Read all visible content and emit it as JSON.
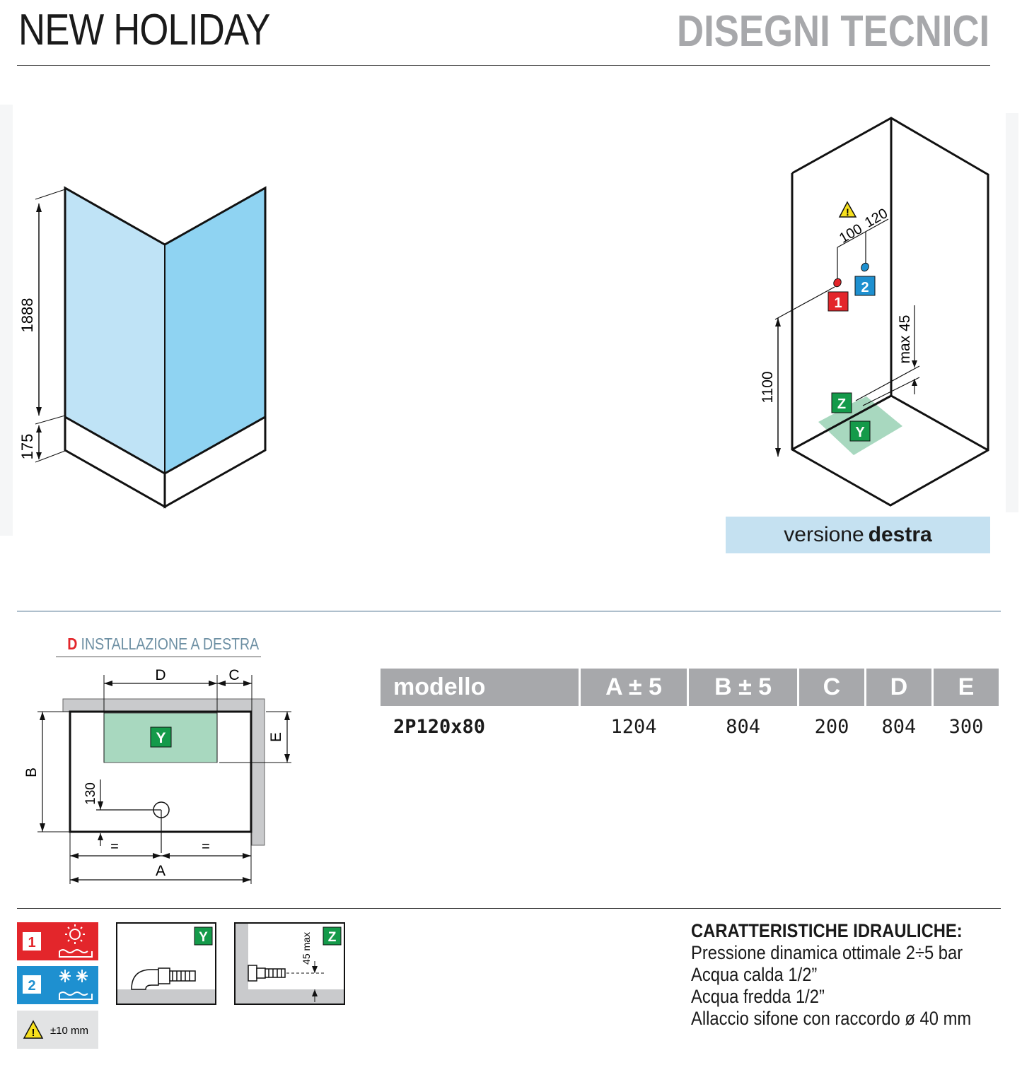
{
  "header": {
    "product_name": "NEW HOLIDAY",
    "section_title": "DISEGNI TECNICI"
  },
  "front_view": {
    "height_label": "1888",
    "base_label": "175"
  },
  "plumbing_view": {
    "offset_label_1": "100",
    "offset_label_2": "120",
    "height_label": "1100",
    "max_label": "max 45",
    "badge_hot": "1",
    "badge_cold": "2",
    "badge_z": "Z",
    "badge_y": "Y",
    "version_prefix": "versione",
    "version_side": "destra"
  },
  "installation": {
    "letter": "D",
    "title": "INSTALLAZIONE A DESTRA",
    "label_d": "D",
    "label_c": "C",
    "label_e": "E",
    "label_b": "B",
    "label_a": "A",
    "label_130": "130",
    "label_eq": "=",
    "badge_y": "Y"
  },
  "table": {
    "headers": [
      "modello",
      "A ± 5",
      "B ± 5",
      "C",
      "D",
      "E"
    ],
    "rows": [
      [
        "2P120x80",
        "1204",
        "804",
        "200",
        "804",
        "300"
      ]
    ]
  },
  "legend": {
    "hot_number": "1",
    "cold_number": "2",
    "tolerance": "±10 mm",
    "y_badge": "Y",
    "z_badge": "Z",
    "z_max": "45 max"
  },
  "hydraulics": {
    "title": "CARATTERISTICHE IDRAULICHE:",
    "lines": [
      "Pressione dinamica ottimale 2÷5 bar",
      "Acqua calda 1/2”",
      "Acqua fredda 1/2”",
      "Allaccio sifone con raccordo ø 40 mm"
    ]
  },
  "colors": {
    "glass_light": "#bfe3f6",
    "glass_dark": "#8fd3f2",
    "hot_red": "#e3262b",
    "cold_blue": "#1e90d0",
    "drain_green": "#149a4a",
    "drain_area": "#a8d8bf",
    "gray_header": "#a7a8ab"
  }
}
